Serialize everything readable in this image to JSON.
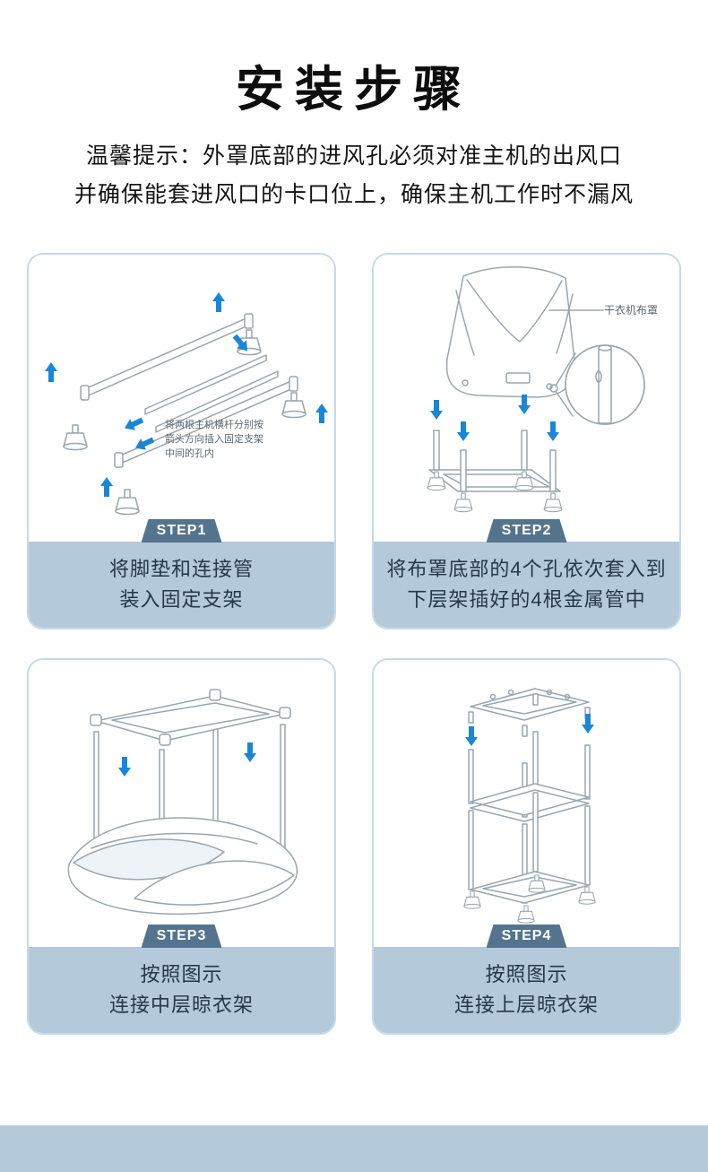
{
  "page": {
    "title": "安装步骤",
    "tip_line1": "温馨提示：外罩底部的进风孔必须对准主机的出风口",
    "tip_line2": "并确保能套进风口的卡口位上，确保主机工作时不漏风"
  },
  "steps": [
    {
      "badge": "STEP1",
      "desc_line1": "将脚垫和连接管",
      "desc_line2": "装入固定支架",
      "annotation": "将两根主机横杆分别按\n箭头方向插入固定支架\n中间的孔内"
    },
    {
      "badge": "STEP2",
      "desc_line1": "将布罩底部的4个孔依次套入到",
      "desc_line2": "下层架插好的4根金属管中",
      "annotation": "干衣机布罩"
    },
    {
      "badge": "STEP3",
      "desc_line1": "按照图示",
      "desc_line2": "连接中层晾衣架"
    },
    {
      "badge": "STEP4",
      "desc_line1": "按照图示",
      "desc_line2": "连接上层晾衣架"
    }
  ],
  "icons": {
    "direction_arrow": "solid blue insertion-direction arrow",
    "magnifier_circle": "zoom detail circle showing metal tube hole",
    "foot_pad": "cone-shaped foot pad",
    "fabric_cover": "dryer cloth cover",
    "drying_rack": "metal drying rack frame"
  },
  "colors": {
    "arrow_blue": "#1a86d8",
    "panel_blue": "#b4c9d9",
    "badge_slate": "#54748e",
    "card_border": "#c3dbea",
    "line_gray": "#98a6b0",
    "footer_band": "#b4c9d9",
    "title_black": "#0d0d0d"
  }
}
